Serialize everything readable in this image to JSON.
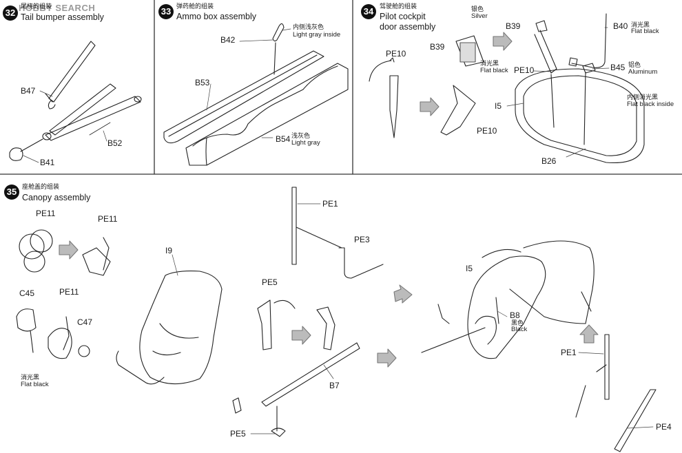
{
  "watermark": {
    "text": "HOBBY SEARCH"
  },
  "steps": [
    {
      "number": "32",
      "title_cn": "尾桡的组装",
      "title_en": "Tail bumper assembly"
    },
    {
      "number": "33",
      "title_cn": "弹药舱的组装",
      "title_en": "Ammo box assembly"
    },
    {
      "number": "34",
      "title_cn": "驾驶舱的组装",
      "title_en": "Pilot cockpit",
      "title_en2": "door assembly"
    },
    {
      "number": "35",
      "title_cn": "座舱盖的组装",
      "title_en": "Canopy assembly"
    }
  ],
  "step32": {
    "parts": [
      "B47",
      "B52",
      "B41"
    ]
  },
  "step33": {
    "parts": [
      "B42",
      "B53",
      "B54"
    ],
    "note_inside_cn": "内侧浅灰色",
    "note_inside_en": "Light gray inside",
    "note_b54_cn": "浅灰色",
    "note_b54_en": "Light gray"
  },
  "step34": {
    "parts": [
      "PE10",
      "PE10",
      "B39",
      "B39",
      "PE10",
      "I5",
      "B26",
      "B40",
      "B45"
    ],
    "silver_cn": "银色",
    "silver_en": "Silver",
    "flatblack_cn": "消光黑",
    "flatblack_en": "Flat black",
    "b40_cn": "消光黑",
    "b40_en": "Flat black",
    "b45_cn": "铝色",
    "b45_en": "Aluminum",
    "inside_cn": "内侧消光黑",
    "inside_en": "Flat black inside"
  },
  "step35": {
    "parts": [
      "PE11",
      "PE11",
      "C45",
      "PE11",
      "C47",
      "I9",
      "PE1",
      "PE3",
      "PE5",
      "B7",
      "PE5",
      "I5",
      "B8",
      "PE1",
      "PE4"
    ],
    "flatblack_cn": "消光黑",
    "flatblack_en": "Flat black",
    "b8_cn": "黑色",
    "b8_en": "Black"
  }
}
